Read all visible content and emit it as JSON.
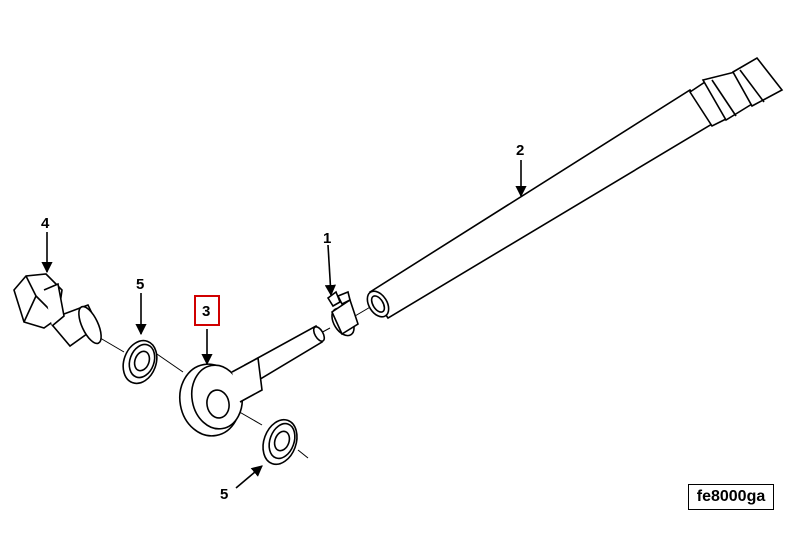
{
  "callouts": {
    "part_1": "1",
    "part_2": "2",
    "part_3": "3",
    "part_4": "4",
    "part_5_upper": "5",
    "part_5_lower": "5"
  },
  "reference_code": "fe8000ga",
  "colors": {
    "line": "#000000",
    "highlight": "#d00000",
    "background": "#ffffff"
  }
}
